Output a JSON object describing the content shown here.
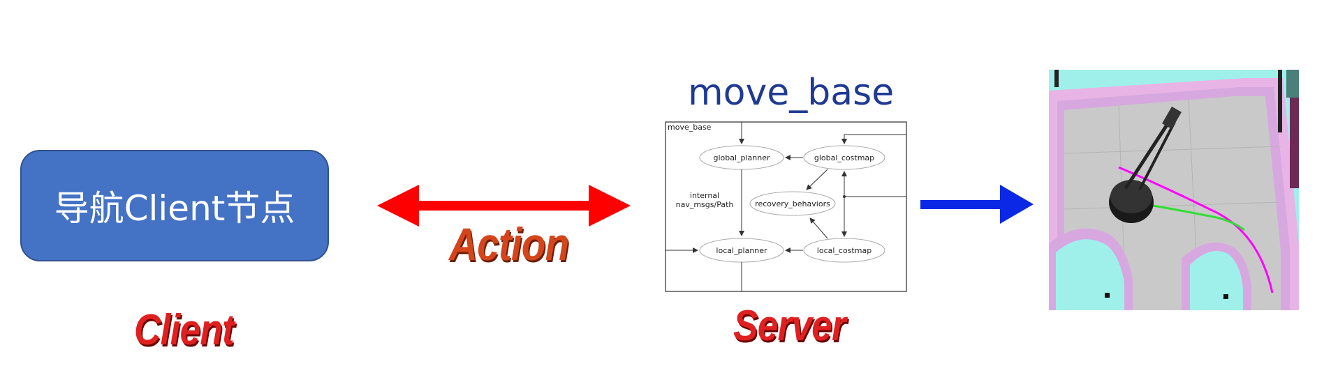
{
  "client_box": {
    "label": "导航Client节点"
  },
  "labels": {
    "client": "Client",
    "action": "Action",
    "server": "Server"
  },
  "move_base": {
    "title": "move_base",
    "frame_label": "move_base",
    "nodes": {
      "global_planner": "global_planner",
      "global_costmap": "global_costmap",
      "recovery_behaviors": "recovery_behaviors",
      "local_planner": "local_planner",
      "local_costmap": "local_costmap"
    },
    "edge_label_line1": "internal",
    "edge_label_line2": "nav_msgs/Path"
  },
  "colors": {
    "client_box": "#4472c4",
    "action_arrow": "#ff0000",
    "server_arrow": "#0a28e6",
    "label_red": "#e02020",
    "action_text": "#d5451b",
    "title_blue": "#1f3a93"
  },
  "icons": {
    "action_arrow": "double-headed-arrow-icon",
    "server_arrow": "right-arrow-icon",
    "robot": "robot-icon"
  }
}
